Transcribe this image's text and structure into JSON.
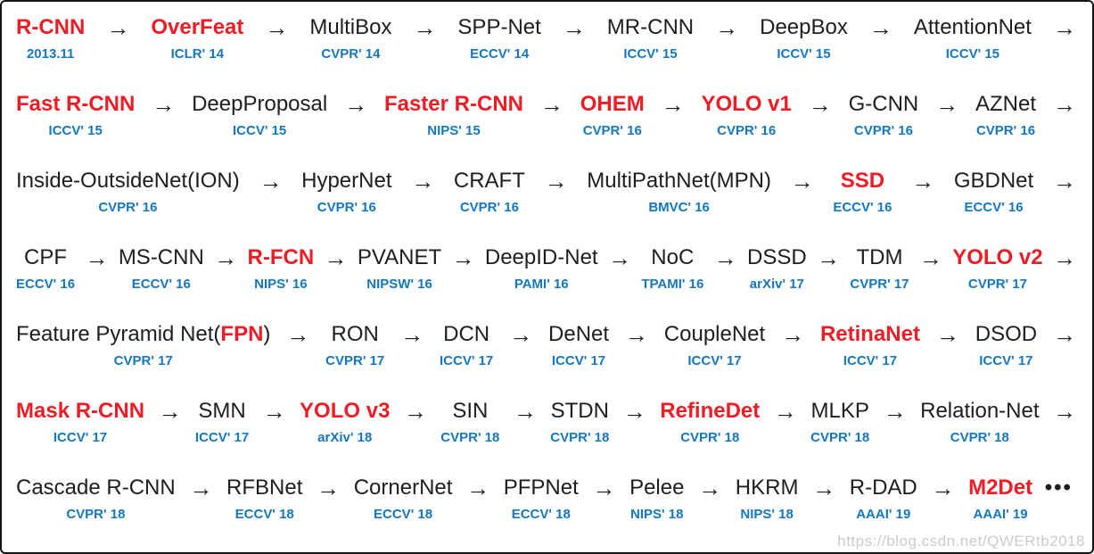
{
  "diagram": {
    "title_semantic": "object-detection-milestones-timeline",
    "arrow_glyph": "→",
    "ellipsis_glyph": "•••",
    "watermark": "https://blog.csdn.net/QWERtb2018",
    "colors": {
      "highlight": "#ee1c25",
      "venue": "#1577be",
      "text": "#1e1e1e",
      "watermark": "#cbcbcb"
    },
    "rows": [
      {
        "tail": "arrow",
        "items": [
          {
            "name": "R-CNN",
            "venue": "2013.11",
            "highlight": true
          },
          {
            "name": "OverFeat",
            "venue": "ICLR' 14",
            "highlight": true
          },
          {
            "name": "MultiBox",
            "venue": "CVPR' 14",
            "highlight": false
          },
          {
            "name": "SPP-Net",
            "venue": "ECCV' 14",
            "highlight": false
          },
          {
            "name": "MR-CNN",
            "venue": "ICCV' 15",
            "highlight": false
          },
          {
            "name": "DeepBox",
            "venue": "ICCV' 15",
            "highlight": false
          },
          {
            "name": "AttentionNet",
            "venue": "ICCV' 15",
            "highlight": false
          }
        ]
      },
      {
        "tail": "arrow",
        "items": [
          {
            "name": "Fast R-CNN",
            "venue": "ICCV' 15",
            "highlight": true
          },
          {
            "name": "DeepProposal",
            "venue": "ICCV' 15",
            "highlight": false
          },
          {
            "name": "Faster R-CNN",
            "venue": "NIPS' 15",
            "highlight": true
          },
          {
            "name": "OHEM",
            "venue": "CVPR' 16",
            "highlight": true
          },
          {
            "name": "YOLO v1",
            "venue": "CVPR' 16",
            "highlight": true
          },
          {
            "name": "G-CNN",
            "venue": "CVPR' 16",
            "highlight": false
          },
          {
            "name": "AZNet",
            "venue": "CVPR' 16",
            "highlight": false
          }
        ]
      },
      {
        "tail": "arrow",
        "items": [
          {
            "name": "Inside-OutsideNet(ION)",
            "venue": "CVPR' 16",
            "highlight": false
          },
          {
            "name": "HyperNet",
            "venue": "CVPR' 16",
            "highlight": false
          },
          {
            "name": "CRAFT",
            "venue": "CVPR' 16",
            "highlight": false
          },
          {
            "name": "MultiPathNet(MPN)",
            "venue": "BMVC' 16",
            "highlight": false
          },
          {
            "name": "SSD",
            "venue": "ECCV' 16",
            "highlight": true
          },
          {
            "name": "GBDNet",
            "venue": "ECCV' 16",
            "highlight": false
          }
        ]
      },
      {
        "tail": "arrow",
        "items": [
          {
            "name": "CPF",
            "venue": "ECCV' 16",
            "highlight": false
          },
          {
            "name": "MS-CNN",
            "venue": "ECCV' 16",
            "highlight": false
          },
          {
            "name": "R-FCN",
            "venue": "NIPS' 16",
            "highlight": true
          },
          {
            "name": "PVANET",
            "venue": "NIPSW' 16",
            "highlight": false
          },
          {
            "name": "DeepID-Net",
            "venue": "PAMI' 16",
            "highlight": false
          },
          {
            "name": "NoC",
            "venue": "TPAMI' 16",
            "highlight": false
          },
          {
            "name": "DSSD",
            "venue": "arXiv' 17",
            "highlight": false
          },
          {
            "name": "TDM",
            "venue": "CVPR' 17",
            "highlight": false
          },
          {
            "name": "YOLO v2",
            "venue": "CVPR' 17",
            "highlight": true
          }
        ]
      },
      {
        "tail": "arrow",
        "items": [
          {
            "name_parts": [
              {
                "text": "Feature Pyramid Net(",
                "highlight": false
              },
              {
                "text": "FPN",
                "highlight": true
              },
              {
                "text": ")",
                "highlight": false
              }
            ],
            "venue": "CVPR' 17",
            "highlight": false
          },
          {
            "name": "RON",
            "venue": "CVPR' 17",
            "highlight": false
          },
          {
            "name": "DCN",
            "venue": "ICCV' 17",
            "highlight": false
          },
          {
            "name": "DeNet",
            "venue": "ICCV' 17",
            "highlight": false
          },
          {
            "name": "CoupleNet",
            "venue": "ICCV' 17",
            "highlight": false
          },
          {
            "name": "RetinaNet",
            "venue": "ICCV' 17",
            "highlight": true
          },
          {
            "name": "DSOD",
            "venue": "ICCV' 17",
            "highlight": false
          }
        ]
      },
      {
        "tail": "arrow",
        "items": [
          {
            "name": "Mask R-CNN",
            "venue": "ICCV' 17",
            "highlight": true
          },
          {
            "name": "SMN",
            "venue": "ICCV' 17",
            "highlight": false
          },
          {
            "name": "YOLO v3",
            "venue": "arXiv' 18",
            "highlight": true
          },
          {
            "name": "SIN",
            "venue": "CVPR' 18",
            "highlight": false
          },
          {
            "name": "STDN",
            "venue": "CVPR' 18",
            "highlight": false
          },
          {
            "name": "RefineDet",
            "venue": "CVPR' 18",
            "highlight": true
          },
          {
            "name": "MLKP",
            "venue": "CVPR' 18",
            "highlight": false
          },
          {
            "name": "Relation-Net",
            "venue": "CVPR' 18",
            "highlight": false
          }
        ]
      },
      {
        "tail": "ellipsis",
        "items": [
          {
            "name": "Cascade R-CNN",
            "venue": "CVPR' 18",
            "highlight": false
          },
          {
            "name": "RFBNet",
            "venue": "ECCV' 18",
            "highlight": false
          },
          {
            "name": "CornerNet",
            "venue": "ECCV' 18",
            "highlight": false
          },
          {
            "name": "PFPNet",
            "venue": "ECCV' 18",
            "highlight": false
          },
          {
            "name": "Pelee",
            "venue": "NIPS' 18",
            "highlight": false
          },
          {
            "name": "HKRM",
            "venue": "NIPS' 18",
            "highlight": false
          },
          {
            "name": "R-DAD",
            "venue": "AAAI' 19",
            "highlight": false
          },
          {
            "name": "M2Det",
            "venue": "AAAI' 19",
            "highlight": true
          }
        ]
      }
    ]
  }
}
